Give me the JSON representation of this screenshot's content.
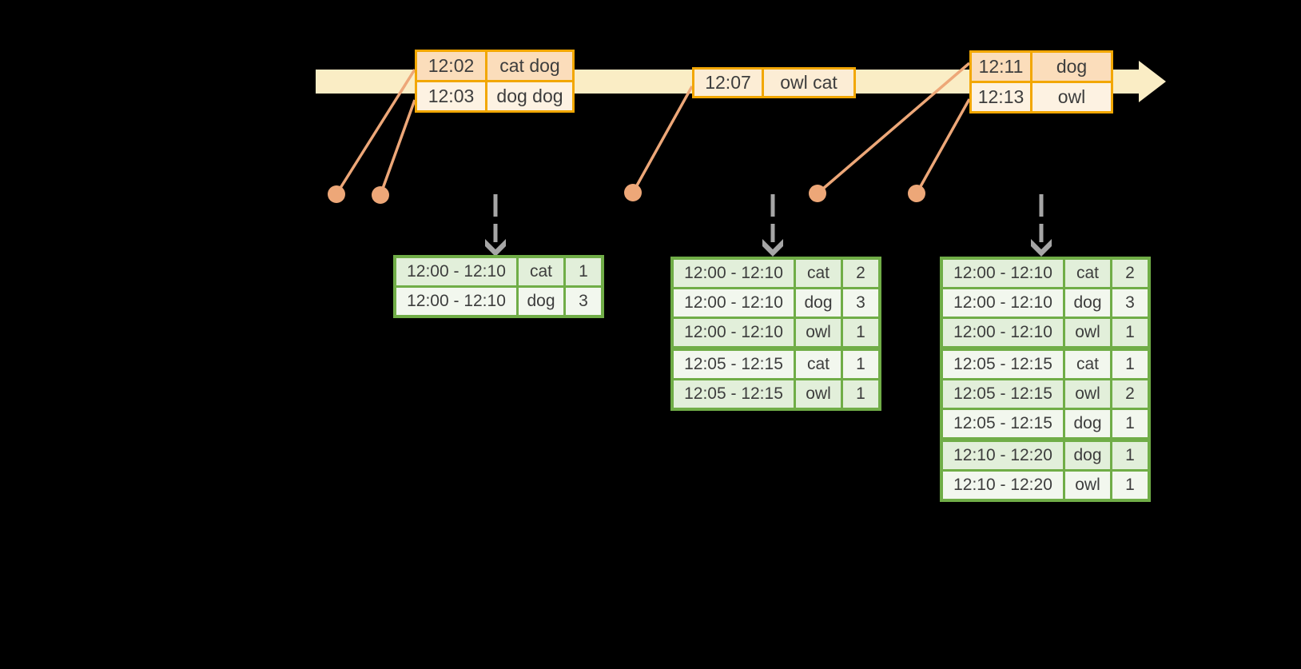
{
  "colors": {
    "background": "#000000",
    "timeline_fill": "#FAEDC5",
    "event_table_border": "#F2A702",
    "event_row_dark": "#FBDDBB",
    "event_row_light": "#FDF2E2",
    "result_table_border": "#70AD47",
    "result_row_dark": "#E2EFDA",
    "result_row_light": "#F2F7EE",
    "event_marker": "#EDA778",
    "trigger_arrow": "#A6A6A6",
    "text": "#3D3D3D"
  },
  "icons": {
    "timeline_arrowhead": "right-pointing filled triangle",
    "trigger_arrow": "gray dashed vertical arrow with chevron head",
    "event_marker": "salmon circle dot with leader line"
  },
  "event_tables": [
    {
      "rows": [
        {
          "time": "12:02",
          "words": "cat dog"
        },
        {
          "time": "12:03",
          "words": "dog dog"
        }
      ]
    },
    {
      "rows": [
        {
          "time": "12:07",
          "words": "owl cat"
        }
      ]
    },
    {
      "rows": [
        {
          "time": "12:11",
          "words": "dog"
        },
        {
          "time": "12:13",
          "words": "owl"
        }
      ]
    }
  ],
  "result_tables": [
    {
      "rows": [
        {
          "window": "12:00 - 12:10",
          "word": "cat",
          "count": "1"
        },
        {
          "window": "12:00 - 12:10",
          "word": "dog",
          "count": "3"
        }
      ]
    },
    {
      "rows": [
        {
          "window": "12:00 - 12:10",
          "word": "cat",
          "count": "2"
        },
        {
          "window": "12:00 - 12:10",
          "word": "dog",
          "count": "3"
        },
        {
          "window": "12:00 - 12:10",
          "word": "owl",
          "count": "1"
        },
        {
          "window": "12:05 - 12:15",
          "word": "cat",
          "count": "1"
        },
        {
          "window": "12:05 - 12:15",
          "word": "owl",
          "count": "1"
        }
      ]
    },
    {
      "rows": [
        {
          "window": "12:00 - 12:10",
          "word": "cat",
          "count": "2"
        },
        {
          "window": "12:00 - 12:10",
          "word": "dog",
          "count": "3"
        },
        {
          "window": "12:00 - 12:10",
          "word": "owl",
          "count": "1"
        },
        {
          "window": "12:05 - 12:15",
          "word": "cat",
          "count": "1"
        },
        {
          "window": "12:05 - 12:15",
          "word": "owl",
          "count": "2"
        },
        {
          "window": "12:05 - 12:15",
          "word": "dog",
          "count": "1"
        },
        {
          "window": "12:10 - 12:20",
          "word": "dog",
          "count": "1"
        },
        {
          "window": "12:10 - 12:20",
          "word": "owl",
          "count": "1"
        }
      ]
    }
  ]
}
